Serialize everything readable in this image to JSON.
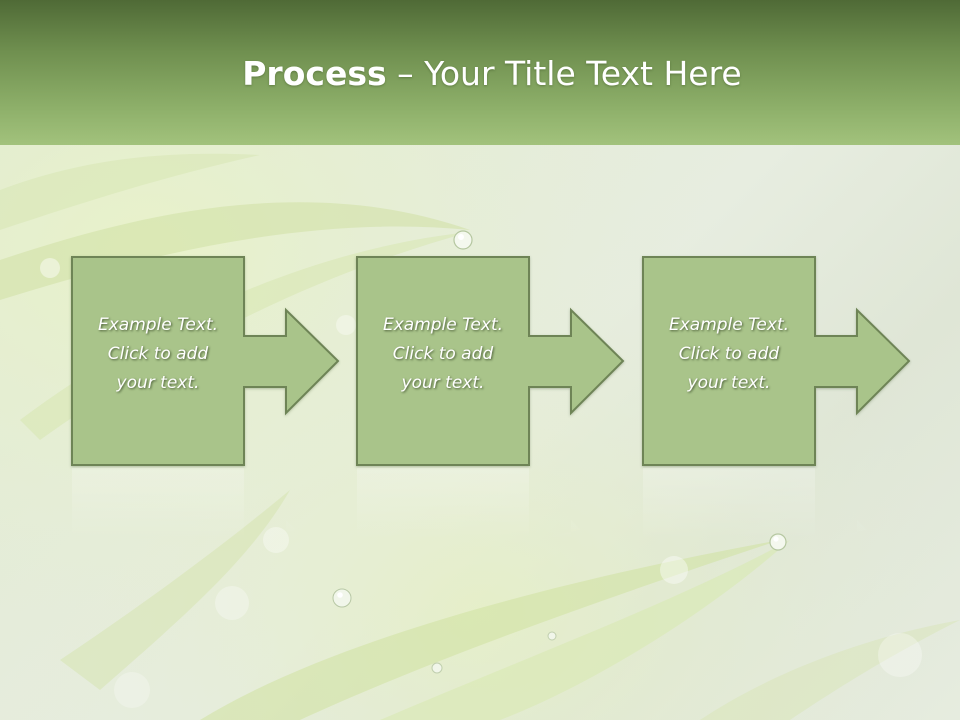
{
  "title": {
    "bold": "Process",
    "rest": " – Your Title Text Here"
  },
  "steps": [
    {
      "text": "Example Text.\nClick  to add\nyour text."
    },
    {
      "text": "Example Text.\nClick  to add\nyour text."
    },
    {
      "text": "Example Text.\nClick  to add\nyour text."
    }
  ],
  "colors": {
    "header": "#7fa05c",
    "box_fill": "#a9c48a",
    "box_border": "#6e8456",
    "background": "#e4ecd8"
  }
}
